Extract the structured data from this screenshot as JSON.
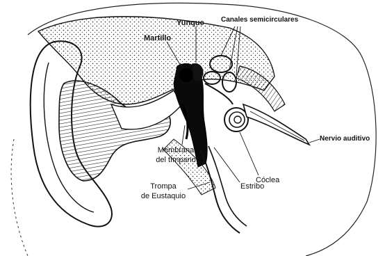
{
  "labels": {
    "martillo": "Martillo",
    "yunque": "Yunque",
    "canales": "Canales semicirculares",
    "nervio": "Nervio auditivo",
    "membrana_1": "Membrana",
    "membrana_2": "del tímpano",
    "coclea": "Cóclea",
    "estribo": "Estribo",
    "trompa_1": "Trompa",
    "trompa_2": "de Eustaquio"
  }
}
